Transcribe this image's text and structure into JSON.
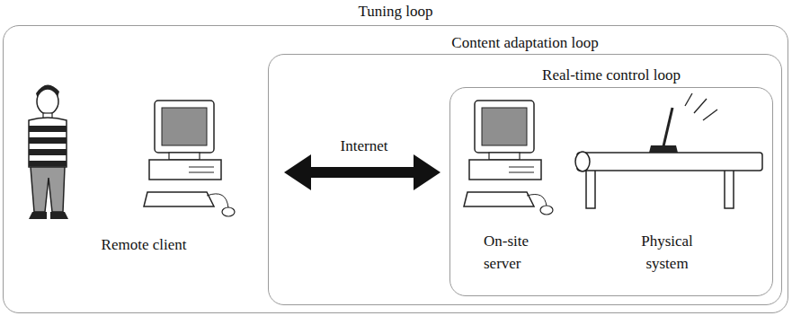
{
  "diagram": {
    "nodes": [
      {
        "text": [
          "Tuning loop"
        ]
      },
      {
        "text": [
          "Content adaptation loop"
        ],
        "in": 0
      },
      {
        "text": [
          "Real-time control loop"
        ],
        "in": 1
      }
    ],
    "labels": [
      "Internet",
      "Remote client",
      "On-site server",
      "Physical system"
    ]
  }
}
